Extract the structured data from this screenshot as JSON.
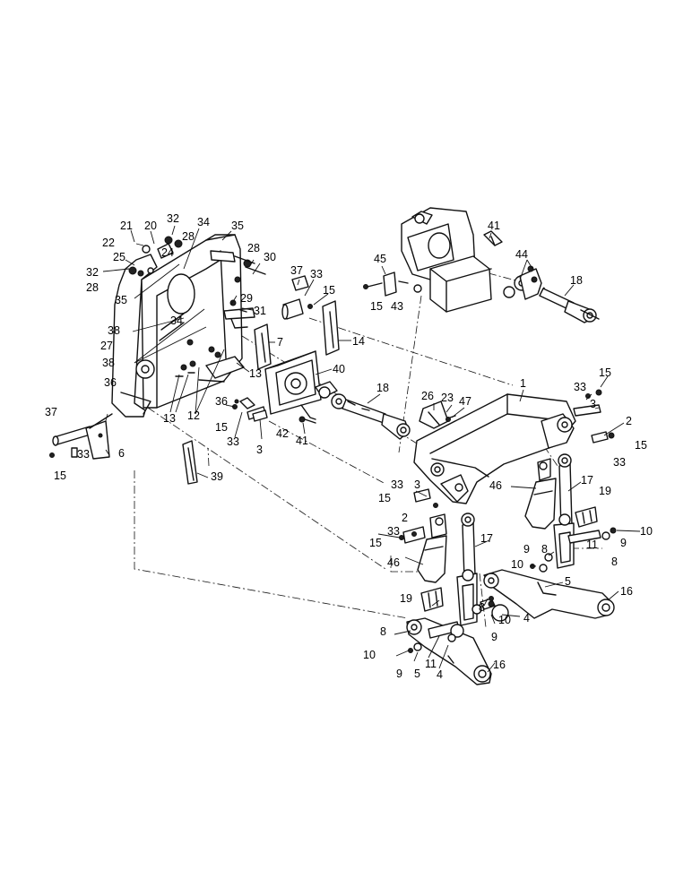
{
  "callouts": [
    {
      "id": "c21",
      "text": "21"
    },
    {
      "id": "c20",
      "text": "20"
    },
    {
      "id": "c32a",
      "text": "32"
    },
    {
      "id": "c34a",
      "text": "34"
    },
    {
      "id": "c35a",
      "text": "35"
    },
    {
      "id": "c22",
      "text": "22"
    },
    {
      "id": "c24",
      "text": "24"
    },
    {
      "id": "c28a",
      "text": "28"
    },
    {
      "id": "c25",
      "text": "25"
    },
    {
      "id": "c32b",
      "text": "32"
    },
    {
      "id": "c28b",
      "text": "28"
    },
    {
      "id": "c28c",
      "text": "28"
    },
    {
      "id": "c30",
      "text": "30"
    },
    {
      "id": "c35b",
      "text": "35"
    },
    {
      "id": "c29",
      "text": "29"
    },
    {
      "id": "c31",
      "text": "31"
    },
    {
      "id": "c38a",
      "text": "38"
    },
    {
      "id": "c34b",
      "text": "34"
    },
    {
      "id": "c27",
      "text": "27"
    },
    {
      "id": "c38b",
      "text": "38"
    },
    {
      "id": "c13a",
      "text": "13"
    },
    {
      "id": "c36a",
      "text": "36"
    },
    {
      "id": "c36b",
      "text": "36"
    },
    {
      "id": "c13b",
      "text": "13"
    },
    {
      "id": "c12",
      "text": "12"
    },
    {
      "id": "c15a",
      "text": "15"
    },
    {
      "id": "c33a",
      "text": "33"
    },
    {
      "id": "c3a",
      "text": "3"
    },
    {
      "id": "c37a",
      "text": "37"
    },
    {
      "id": "c33b",
      "text": "33"
    },
    {
      "id": "c15b",
      "text": "15"
    },
    {
      "id": "c7",
      "text": "7"
    },
    {
      "id": "c14",
      "text": "14"
    },
    {
      "id": "c40",
      "text": "40"
    },
    {
      "id": "c37b",
      "text": "37"
    },
    {
      "id": "c6",
      "text": "6"
    },
    {
      "id": "c33c",
      "text": "33"
    },
    {
      "id": "c15c",
      "text": "15"
    },
    {
      "id": "c39",
      "text": "39"
    },
    {
      "id": "c41a",
      "text": "41"
    },
    {
      "id": "c45",
      "text": "45"
    },
    {
      "id": "c44",
      "text": "44"
    },
    {
      "id": "c18a",
      "text": "18"
    },
    {
      "id": "c15d",
      "text": "15"
    },
    {
      "id": "c43",
      "text": "43"
    },
    {
      "id": "c18b",
      "text": "18"
    },
    {
      "id": "c42",
      "text": "42"
    },
    {
      "id": "c41b",
      "text": "41"
    },
    {
      "id": "c26",
      "text": "26"
    },
    {
      "id": "c23",
      "text": "23"
    },
    {
      "id": "c47",
      "text": "47"
    },
    {
      "id": "c1",
      "text": "1"
    },
    {
      "id": "c33d",
      "text": "33"
    },
    {
      "id": "c15e",
      "text": "15"
    },
    {
      "id": "c3b",
      "text": "3"
    },
    {
      "id": "c2a",
      "text": "2"
    },
    {
      "id": "c15f",
      "text": "15"
    },
    {
      "id": "c33e",
      "text": "33"
    },
    {
      "id": "c46a",
      "text": "46"
    },
    {
      "id": "c17a",
      "text": "17"
    },
    {
      "id": "c19a",
      "text": "19"
    },
    {
      "id": "c33f",
      "text": "33"
    },
    {
      "id": "c3c",
      "text": "3"
    },
    {
      "id": "c15g",
      "text": "15"
    },
    {
      "id": "c2b",
      "text": "2"
    },
    {
      "id": "c10a",
      "text": "10"
    },
    {
      "id": "c9a",
      "text": "9"
    },
    {
      "id": "c8a",
      "text": "8"
    },
    {
      "id": "c11a",
      "text": "11"
    },
    {
      "id": "c9b",
      "text": "9"
    },
    {
      "id": "c8b",
      "text": "8"
    },
    {
      "id": "c10b",
      "text": "10"
    },
    {
      "id": "c33g",
      "text": "33"
    },
    {
      "id": "c15h",
      "text": "15"
    },
    {
      "id": "c17b",
      "text": "17"
    },
    {
      "id": "c5a",
      "text": "5"
    },
    {
      "id": "c46b",
      "text": "46"
    },
    {
      "id": "c16a",
      "text": "16"
    },
    {
      "id": "c19b",
      "text": "19"
    },
    {
      "id": "c8c",
      "text": "8"
    },
    {
      "id": "c10c",
      "text": "10"
    },
    {
      "id": "c9c",
      "text": "9"
    },
    {
      "id": "c4a",
      "text": "4"
    },
    {
      "id": "c8d",
      "text": "8"
    },
    {
      "id": "c10d",
      "text": "10"
    },
    {
      "id": "c11b",
      "text": "11"
    },
    {
      "id": "c9d",
      "text": "9"
    },
    {
      "id": "c5b",
      "text": "5"
    },
    {
      "id": "c4b",
      "text": "4"
    },
    {
      "id": "c16b",
      "text": "16"
    }
  ]
}
